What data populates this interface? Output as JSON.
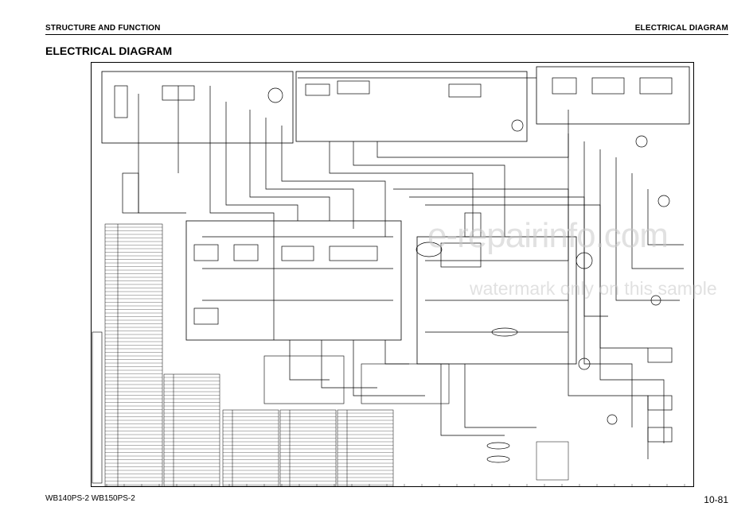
{
  "header": {
    "left": "STRUCTURE AND FUNCTION",
    "right": "ELECTRICAL DIAGRAM"
  },
  "page_title": "ELECTRICAL DIAGRAM",
  "watermark": {
    "line1": "e-repairinfo.com",
    "line2": "watermark only on this sample"
  },
  "footer": {
    "model": "WB140PS-2 WB150PS-2",
    "page": "10-81"
  }
}
